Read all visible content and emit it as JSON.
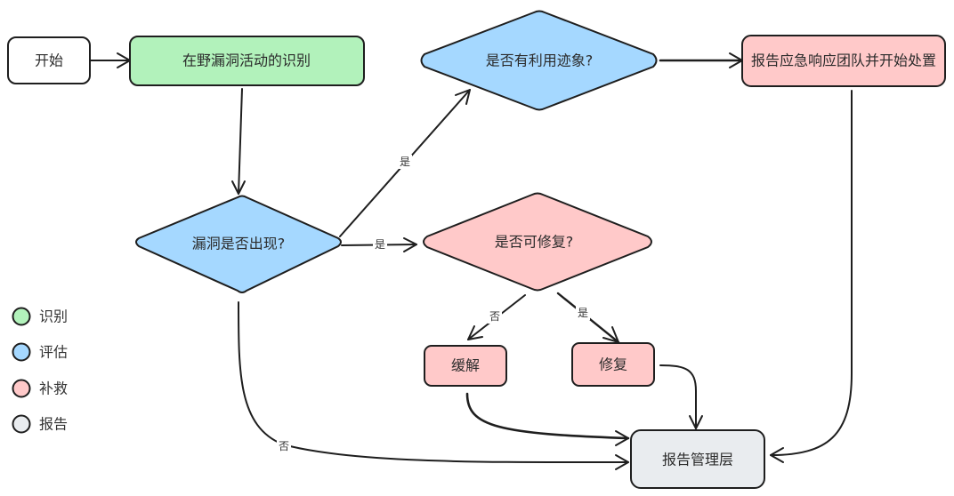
{
  "diagram": {
    "type": "flowchart",
    "colors": {
      "identify": "#b2f2bb",
      "assess": "#a5d8ff",
      "remediate": "#ffc9c9",
      "report": "#e9ecef",
      "start": "#ffffff",
      "stroke": "#1e1e1e"
    },
    "nodes": {
      "start": {
        "label": "开始",
        "shape": "rect",
        "category": "start"
      },
      "identify": {
        "label": "在野漏洞活动的识别",
        "shape": "rect",
        "category": "identify"
      },
      "vuln_appear": {
        "label": "漏洞是否出现?",
        "shape": "diamond",
        "category": "assess"
      },
      "exploit_signs": {
        "label": "是否有利用迹象?",
        "shape": "diamond",
        "category": "assess"
      },
      "fixable": {
        "label": "是否可修复?",
        "shape": "diamond",
        "category": "remediate"
      },
      "report_team": {
        "label": "报告应急响应团队并开始处置",
        "shape": "rect",
        "category": "remediate"
      },
      "mitigate": {
        "label": "缓解",
        "shape": "rect",
        "category": "remediate"
      },
      "fix": {
        "label": "修复",
        "shape": "rect",
        "category": "remediate"
      },
      "report_mgmt": {
        "label": "报告管理层",
        "shape": "rect",
        "category": "report"
      }
    },
    "edges": [
      {
        "from": "start",
        "to": "identify",
        "label": ""
      },
      {
        "from": "identify",
        "to": "vuln_appear",
        "label": ""
      },
      {
        "from": "vuln_appear",
        "to": "exploit_signs",
        "label": "是"
      },
      {
        "from": "vuln_appear",
        "to": "fixable",
        "label": "是"
      },
      {
        "from": "vuln_appear",
        "to": "report_mgmt",
        "label": "否"
      },
      {
        "from": "exploit_signs",
        "to": "report_team",
        "label": ""
      },
      {
        "from": "fixable",
        "to": "mitigate",
        "label": "否"
      },
      {
        "from": "fixable",
        "to": "fix",
        "label": "是"
      },
      {
        "from": "mitigate",
        "to": "report_mgmt",
        "label": ""
      },
      {
        "from": "fix",
        "to": "report_mgmt",
        "label": ""
      },
      {
        "from": "report_team",
        "to": "report_mgmt",
        "label": ""
      }
    ],
    "legend": [
      {
        "label": "识别",
        "category": "identify"
      },
      {
        "label": "评估",
        "category": "assess"
      },
      {
        "label": "补救",
        "category": "remediate"
      },
      {
        "label": "报告",
        "category": "report"
      }
    ]
  }
}
